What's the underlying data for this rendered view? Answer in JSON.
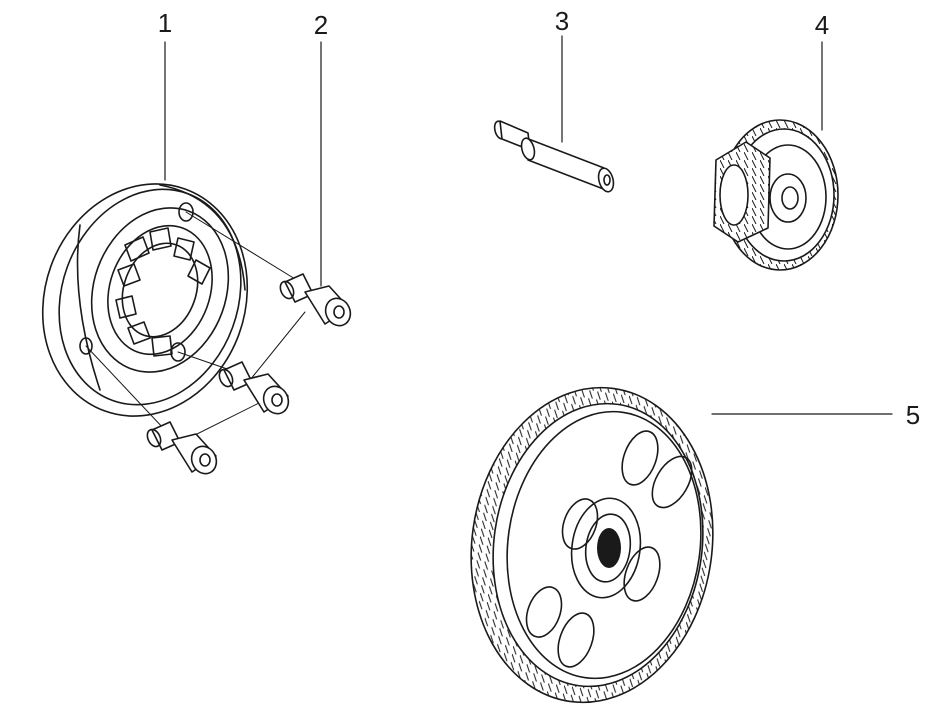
{
  "callouts": [
    {
      "id": "1",
      "label": "1"
    },
    {
      "id": "2",
      "label": "2"
    },
    {
      "id": "3",
      "label": "3"
    },
    {
      "id": "4",
      "label": "4"
    },
    {
      "id": "5",
      "label": "5"
    }
  ],
  "colors": {
    "line": "#1a1a1a",
    "fill": "#ffffff",
    "shade": "#d9d9d9"
  }
}
